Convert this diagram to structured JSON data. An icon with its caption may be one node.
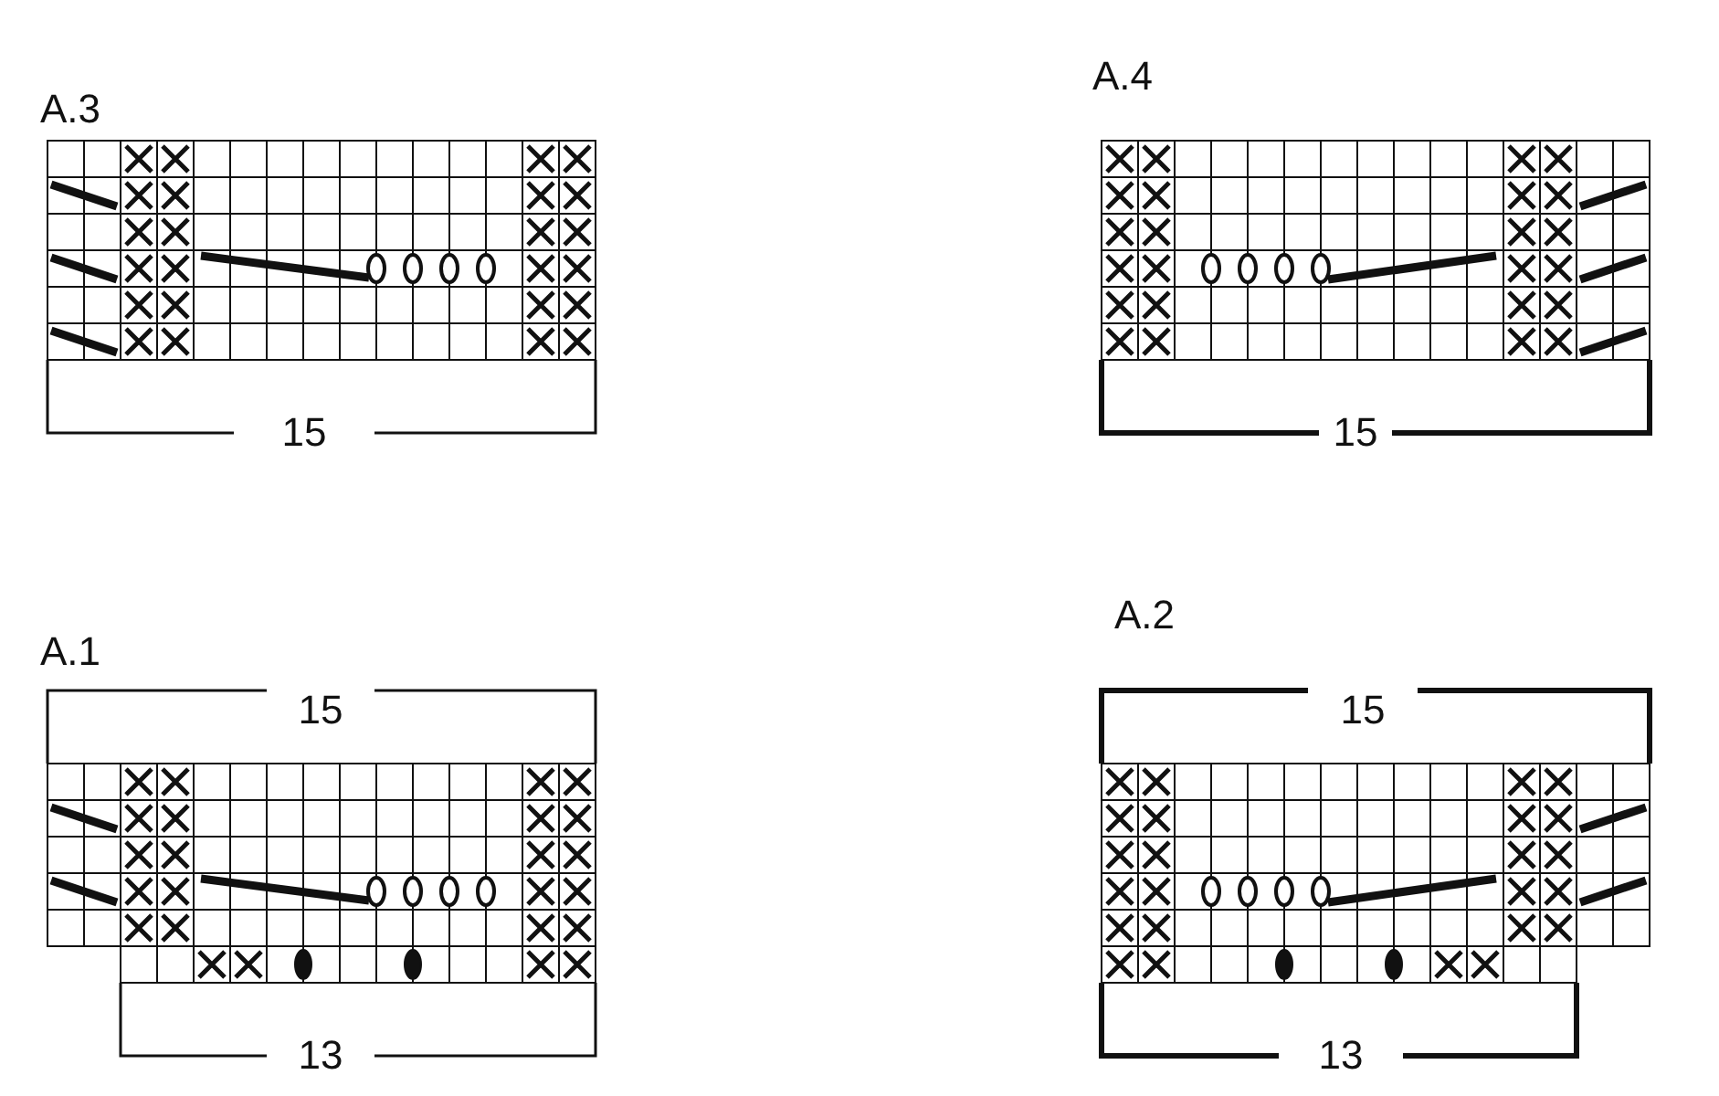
{
  "diagram": {
    "labels": [
      "A.3",
      "15",
      "A.4",
      "15",
      "A.1",
      "15",
      "13",
      "A.2",
      "15",
      "13"
    ]
  }
}
